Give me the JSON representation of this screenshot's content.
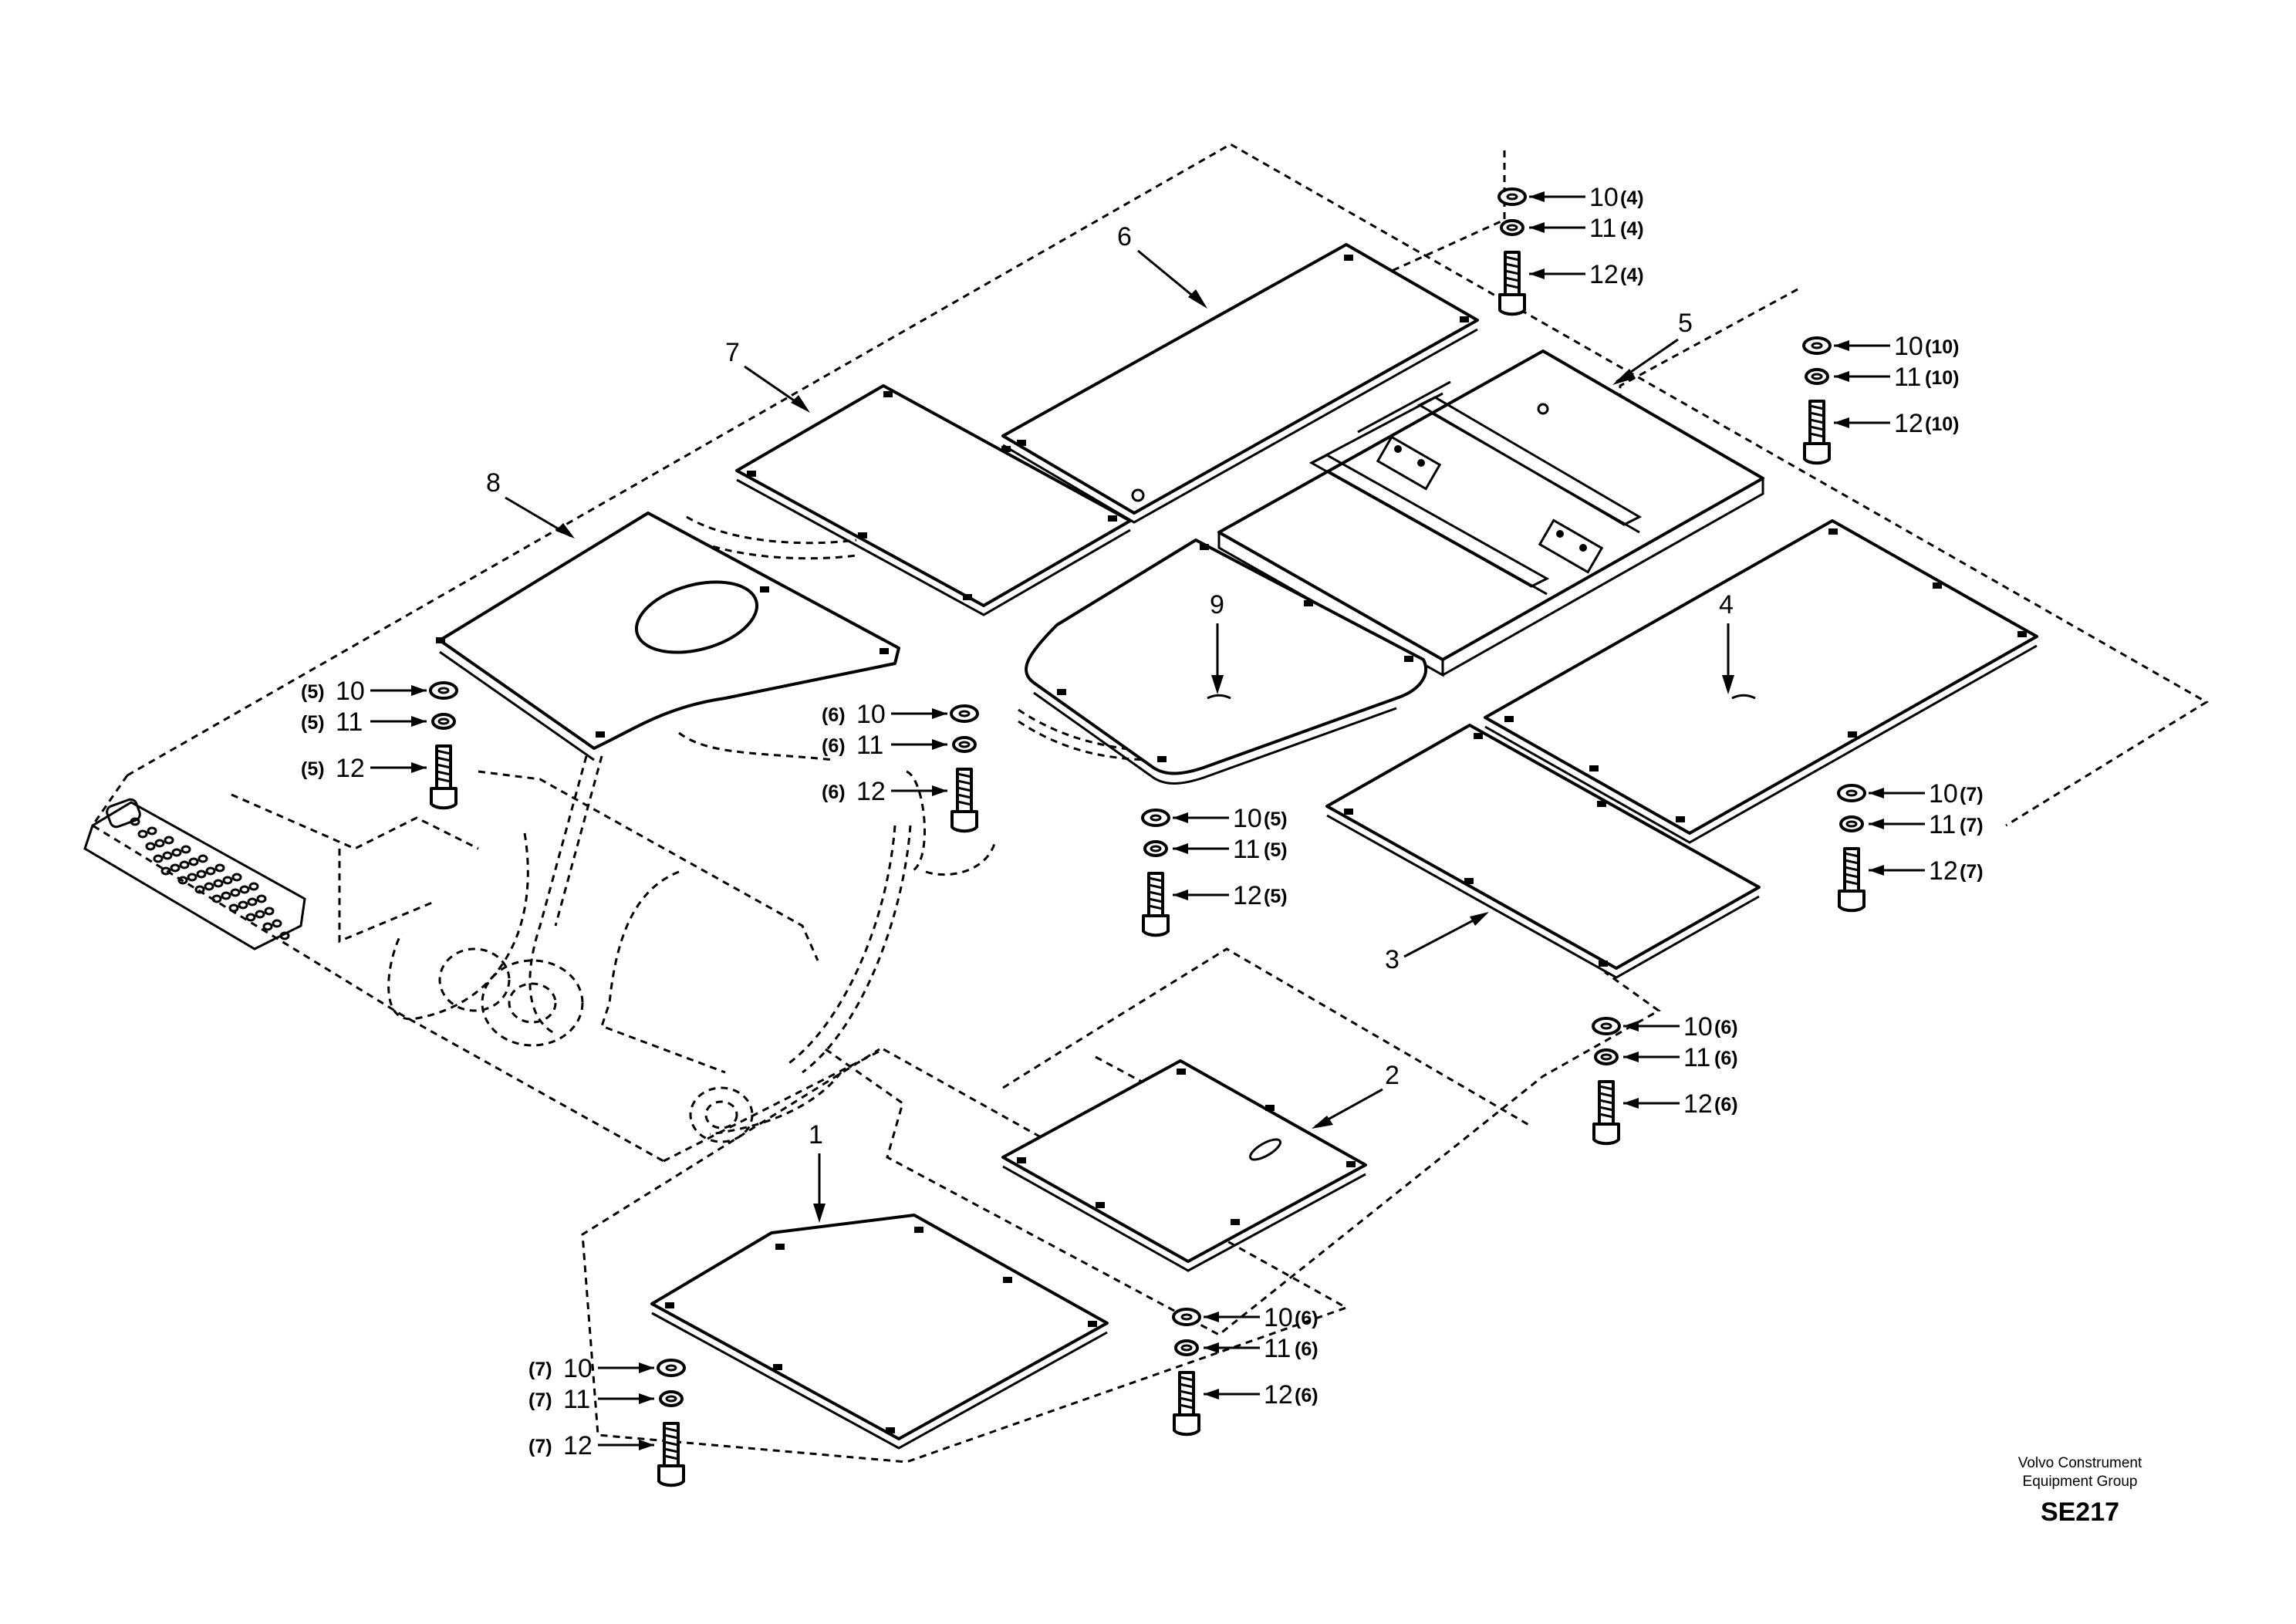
{
  "diagram": {
    "part_callouts": [
      "1",
      "2",
      "3",
      "4",
      "5",
      "6",
      "7",
      "8",
      "9"
    ],
    "hardware_groups": [
      {
        "id": "g4",
        "rows": [
          {
            "num": "10",
            "qty": "(4)"
          },
          {
            "num": "11",
            "qty": "(4)"
          },
          {
            "num": "12",
            "qty": "(4)"
          }
        ]
      },
      {
        "id": "g10",
        "rows": [
          {
            "num": "10",
            "qty": "(10)"
          },
          {
            "num": "11",
            "qty": "(10)"
          },
          {
            "num": "12",
            "qty": "(10)"
          }
        ]
      },
      {
        "id": "g5L",
        "rows": [
          {
            "num": "10",
            "qty": "(5)"
          },
          {
            "num": "11",
            "qty": "(5)"
          },
          {
            "num": "12",
            "qty": "(5)"
          }
        ]
      },
      {
        "id": "g6L",
        "rows": [
          {
            "num": "10",
            "qty": "(6)"
          },
          {
            "num": "11",
            "qty": "(6)"
          },
          {
            "num": "12",
            "qty": "(6)"
          }
        ]
      },
      {
        "id": "g5R",
        "rows": [
          {
            "num": "10",
            "qty": "(5)"
          },
          {
            "num": "11",
            "qty": "(5)"
          },
          {
            "num": "12",
            "qty": "(5)"
          }
        ]
      },
      {
        "id": "g7R",
        "rows": [
          {
            "num": "10",
            "qty": "(7)"
          },
          {
            "num": "11",
            "qty": "(7)"
          },
          {
            "num": "12",
            "qty": "(7)"
          }
        ]
      },
      {
        "id": "g6R",
        "rows": [
          {
            "num": "10",
            "qty": "(6)"
          },
          {
            "num": "11",
            "qty": "(6)"
          },
          {
            "num": "12",
            "qty": "(6)"
          }
        ]
      },
      {
        "id": "g6B",
        "rows": [
          {
            "num": "10",
            "qty": "(6)"
          },
          {
            "num": "11",
            "qty": "(6)"
          },
          {
            "num": "12",
            "qty": "(6)"
          }
        ]
      },
      {
        "id": "g7L",
        "rows": [
          {
            "num": "10",
            "qty": "(7)"
          },
          {
            "num": "11",
            "qty": "(7)"
          },
          {
            "num": "12",
            "qty": "(7)"
          }
        ]
      }
    ]
  },
  "credit": {
    "line1": "Volvo Construment",
    "line2": "Equipment Group",
    "code": "SE217"
  }
}
